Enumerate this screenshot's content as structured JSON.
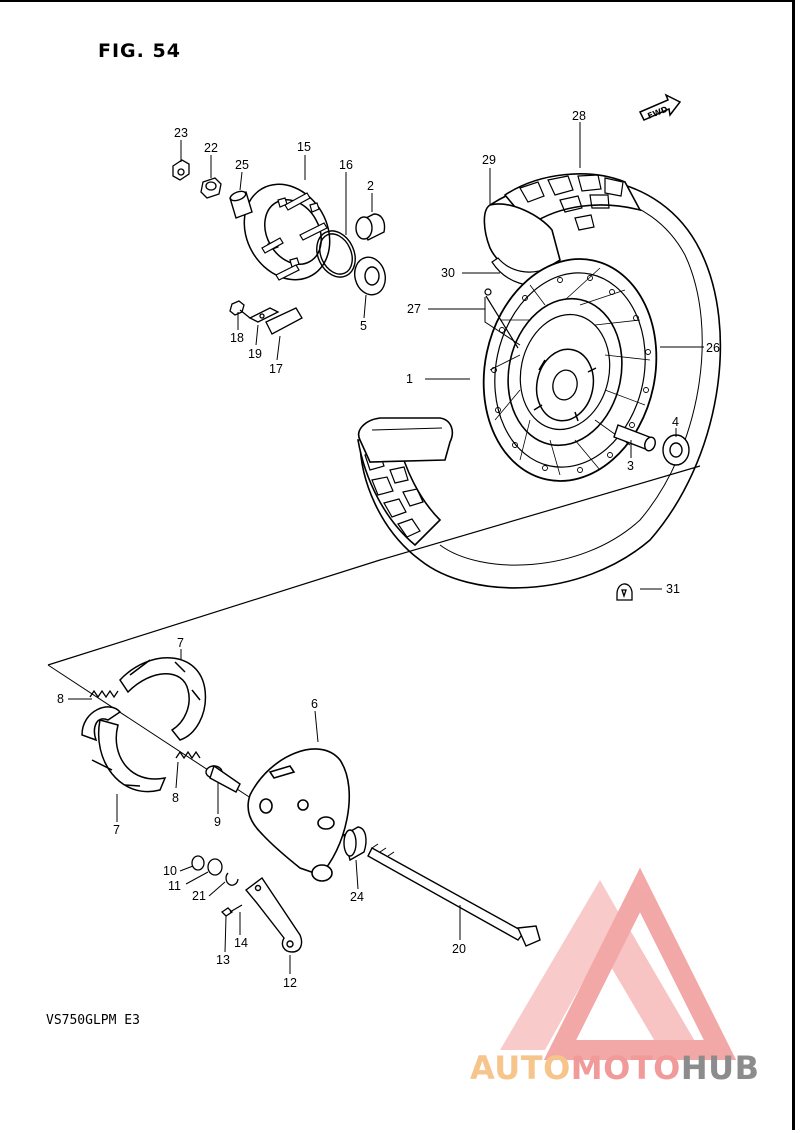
{
  "figure": {
    "title": "FIG. 54",
    "model_code": "VS750GLPM E3",
    "direction_tag": "FWD"
  },
  "watermark": {
    "part1": "AUTO",
    "part2": "MOTO",
    "part3": "HUB",
    "colors": {
      "auto": "#f6c58c",
      "moto": "#f19a9a",
      "hub": "#8c8c8c",
      "logo": "#f08b8b"
    }
  },
  "callouts": {
    "c1": "1",
    "c2": "2",
    "c3": "3",
    "c4": "4",
    "c5": "5",
    "c6": "6",
    "c7a": "7",
    "c7b": "7",
    "c8a": "8",
    "c8b": "8",
    "c9": "9",
    "c10": "10",
    "c11": "11",
    "c12": "12",
    "c13": "13",
    "c14": "14",
    "c15": "15",
    "c16": "16",
    "c17": "17",
    "c18": "18",
    "c19": "19",
    "c20": "20",
    "c21": "21",
    "c22": "22",
    "c23": "23",
    "c24": "24",
    "c25": "25",
    "c26": "26",
    "c27": "27",
    "c28": "28",
    "c29": "29",
    "c30": "30",
    "c31": "31"
  }
}
